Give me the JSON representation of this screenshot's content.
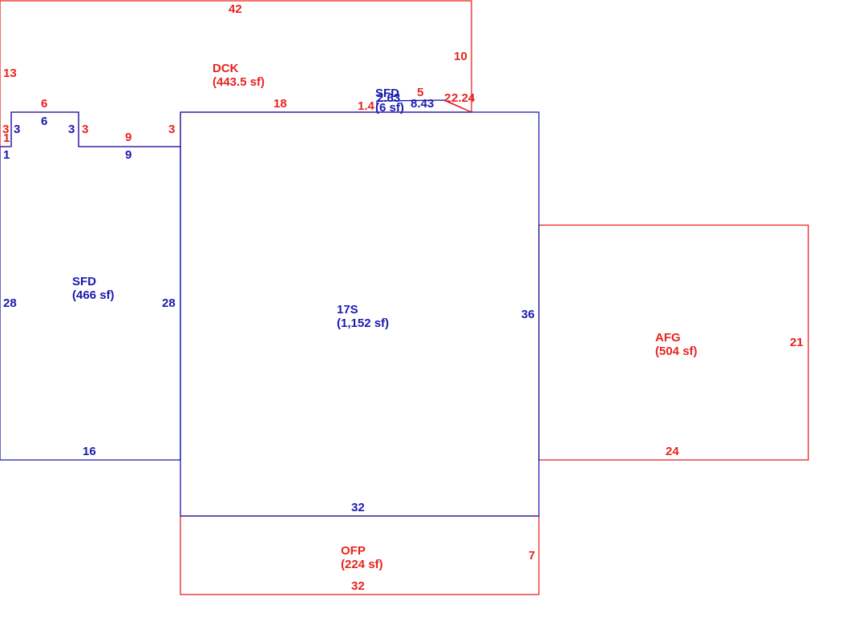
{
  "colors": {
    "red": "#e8231e",
    "blue": "#1a1ab0",
    "background": "#ffffff"
  },
  "areas": {
    "dck": {
      "code": "DCK",
      "area": "(443.5 sf)"
    },
    "sfd_small": {
      "code": "SFD",
      "area": "(6 sf)"
    },
    "sfd_left": {
      "code": "SFD",
      "area": "(466 sf)"
    },
    "main": {
      "code": "17S",
      "area": "(1,152 sf)"
    },
    "afg": {
      "code": "AFG",
      "area": "(504 sf)"
    },
    "ofp": {
      "code": "OFP",
      "area": "(224 sf)"
    }
  },
  "dims": {
    "dck_top": "42",
    "dck_left": "13",
    "dck_right": "10",
    "dck_front": "18",
    "dck_bump_top": "6",
    "dck_bump_left_a": "3",
    "dck_bump_right_a": "3",
    "dck_step": "9",
    "dck_step_right": "3",
    "dck_corner": "1",
    "dck_small_1": "1.4",
    "dck_small_5": "5",
    "dck_small_a": "2.",
    "dck_small_b": "2.24",
    "sfd_bump_top": "6",
    "sfd_bump_left": "3",
    "sfd_bump_right": "3",
    "sfd_corner": "1",
    "sfd_step": "9",
    "sfd_left_side": "28",
    "sfd_right_side": "28",
    "sfd_bottom": "16",
    "sfd_small_a": "2.63",
    "sfd_small_b": "8.43",
    "main_right": "36",
    "main_bottom": "32",
    "afg_right": "21",
    "afg_bottom": "24",
    "ofp_right": "7",
    "ofp_bottom": "32"
  }
}
